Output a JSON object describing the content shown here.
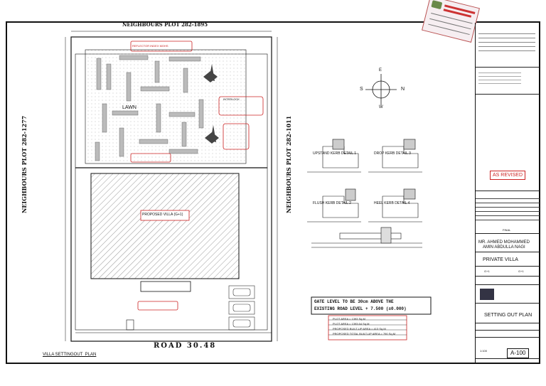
{
  "plan": {
    "top_neighbour": "NEIGHBOURS PLOT 282-1895",
    "left_neighbour": "NEIGHBOURS PLOT 282-1277",
    "right_neighbour": "NEIGHBOURS PLOT 282-1011",
    "road": "ROAD 30.48",
    "lawn": "LAWN",
    "villa": "PROPOSED VILLA (G+1)",
    "caption": "VILLA SETTINGOUT_PLAN",
    "reflector_note": "REFLECTOR INDEX MOHS",
    "interlock_note": "INTERLOCK"
  },
  "details": {
    "upstand": "UPSTAND KERB DETAIL",
    "upstand_no": "1",
    "drop": "DROP KERB DETAIL",
    "drop_no": "3",
    "flush": "FLUSH KERB DETAIL",
    "flush_no": "2",
    "heel": "HEEL KERB DETAIL",
    "heel_no": "4",
    "compass_s": "S",
    "compass_n": "N",
    "compass_e": "E",
    "compass_w": "W"
  },
  "notes": {
    "level_line1": "GATE LEVEL TO BE 30cm ABOVE THE",
    "level_line2": "EXISTING ROAD LEVEL + 7.500 (±0.000)",
    "area_rows": [
      "PLOT AREA = 1393 Sq.M",
      "PLOT AREA = 1393.64 Sq.M",
      "PROPOSED BUILT-UP AREA = 413 Sq.M",
      "PROPOSED TOTAL BUILT-UP AREA = 790 Sq.M"
    ]
  },
  "title_block": {
    "revised": "AS REVISED",
    "final": "FINAL",
    "owner_line1": "MR. AHMED MOHAMMED",
    "owner_line2": "AMIN ABDULLA NAGI",
    "project": "PRIVATE VILLA",
    "floors_left": "G+1",
    "floors_right": "G+1",
    "sheet_title": "SETTING OUT PLAN",
    "drawing_no": "A-100",
    "scale": "1:100"
  },
  "colors": {
    "accent_red": "#cc2222",
    "line": "#111111",
    "hatch": "#888888"
  }
}
